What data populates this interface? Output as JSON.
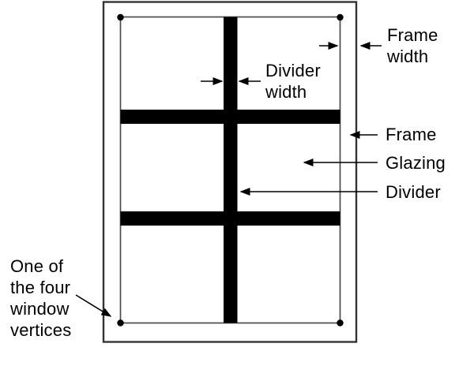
{
  "page": {
    "background": "#ffffff"
  },
  "diagram": {
    "type": "window-anatomy-diagram",
    "colors": {
      "ink": "#000000",
      "outer_frame_line": "#333333",
      "inner_boundary_line": "#4b4b4b"
    },
    "labels": {
      "frame_width": "Frame\nwidth",
      "divider_width": "Divider\nwidth",
      "frame": "Frame",
      "glazing": "Glazing",
      "divider": "Divider",
      "vertex_note": "One of\nthe four\nwindow\nvertices"
    }
  }
}
